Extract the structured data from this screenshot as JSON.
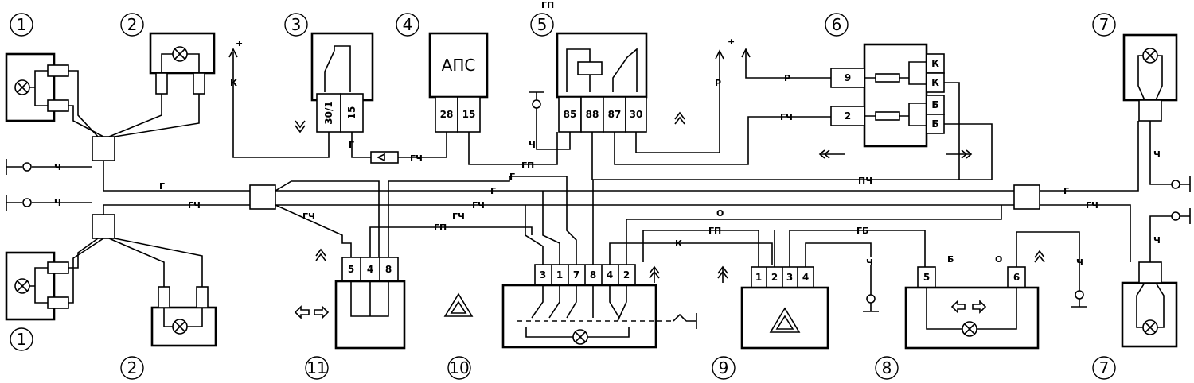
{
  "callouts": {
    "c1_top": "1",
    "c2_top": "2",
    "c3": "3",
    "c4": "4",
    "c5": "5",
    "c6": "6",
    "c7_top": "7",
    "c1_bottom": "1",
    "c2_bottom": "2",
    "c11": "11",
    "c10": "10",
    "c9": "9",
    "c8": "8",
    "c7_bottom": "7"
  },
  "component_4_label": "АПС",
  "connector_3_pins": [
    "30/1",
    "15"
  ],
  "connector_4_pins": [
    "28",
    "15"
  ],
  "relay_5_pins": [
    "85",
    "88",
    "87",
    "30"
  ],
  "relay_5_top_label": "ГП",
  "block_6_pins_left": [
    "9",
    "2"
  ],
  "block_6_pins_right": [
    "К",
    "К",
    "Б",
    "Б"
  ],
  "connector_11_pins": [
    "5",
    "4",
    "8"
  ],
  "switch_10_pins": [
    "3",
    "1",
    "7",
    "8",
    "4",
    "2"
  ],
  "connector_9_pins": [
    "1",
    "2",
    "3",
    "4"
  ],
  "block_8_pins": [
    "5",
    "6"
  ],
  "block_8_labels": [
    "Б",
    "О"
  ],
  "wire_labels": {
    "ch_left_1": "Ч",
    "ch_left_2": "Ч",
    "g_1": "Г",
    "gch_1": "ГЧ",
    "g_2": "Г",
    "g_3": "Г",
    "gch_2": "ГЧ",
    "gch_3": "ГЧ",
    "gch_4": "ГЧ",
    "gp_1": "ГП",
    "gp_2": "ГП",
    "gp_top": "ГП",
    "g_sw": "Г",
    "o_1": "О",
    "gp_3": "ГП",
    "k_1": "К",
    "gb_1": "ГБ",
    "pch_1": "ПЧ",
    "p_1": "Р",
    "gch_6": "ГЧ",
    "k_plus": "К",
    "ch_relay": "Ч",
    "g_right": "Г",
    "gch_right": "ГЧ",
    "ch_right_1": "Ч",
    "ch_right_2": "Ч",
    "ch_9": "Ч",
    "ch_8": "Ч",
    "r_6": "Р"
  },
  "plus_signs": [
    "+",
    "+"
  ],
  "icon_names": [
    "lamp-icon",
    "ground-icon",
    "hazard-triangle-icon",
    "turn-arrows-icon",
    "fuse-icon"
  ]
}
